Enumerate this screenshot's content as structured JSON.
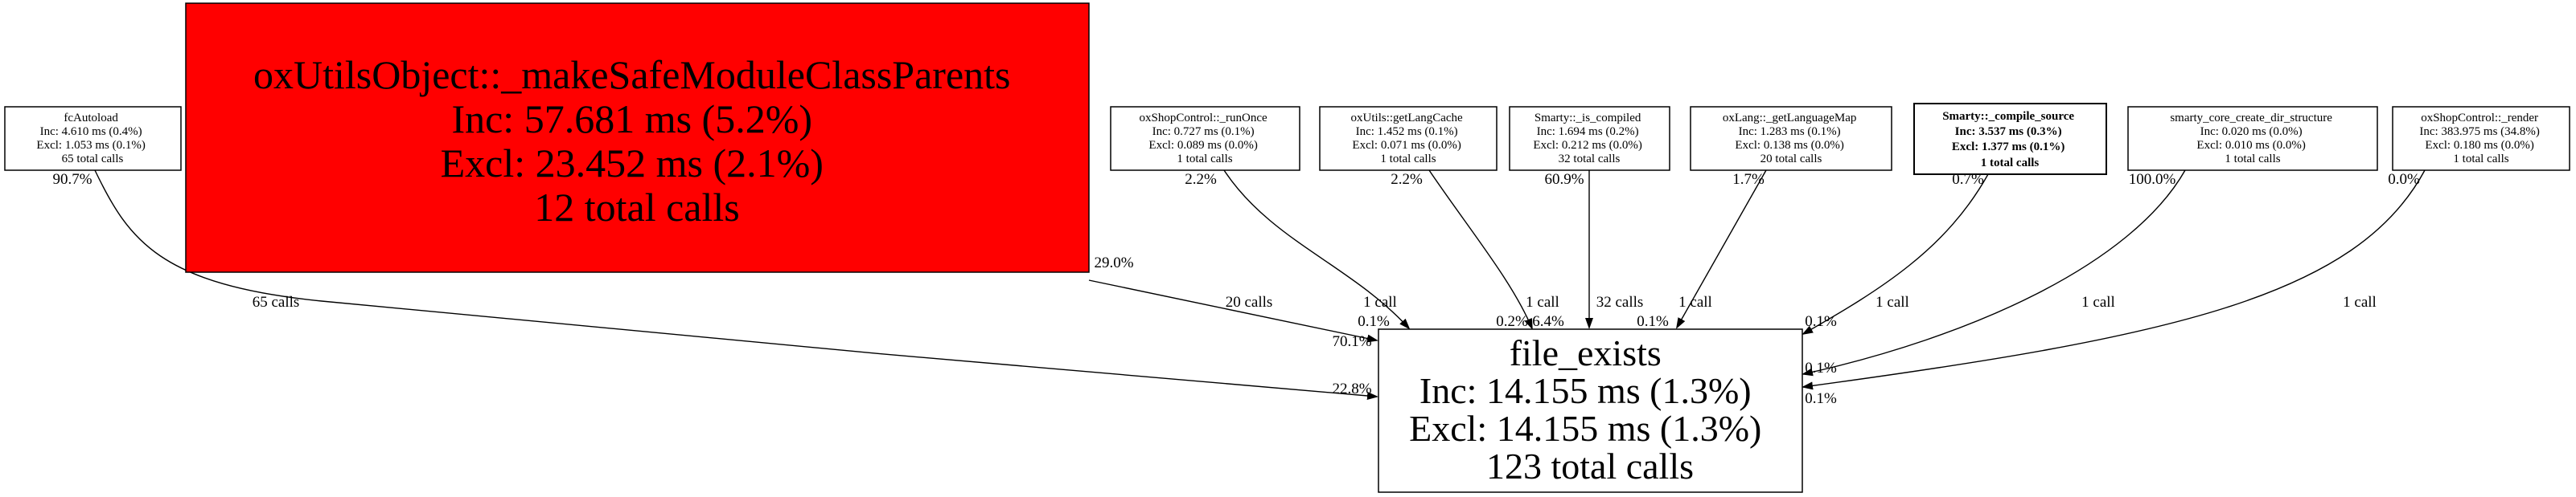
{
  "nodes": {
    "fcAutoload": {
      "name": "fcAutoload",
      "inc": "Inc: 4.610 ms (0.4%)",
      "excl": "Excl: 1.053 ms (0.1%)",
      "calls": "65 total calls"
    },
    "makeSafe": {
      "name": "oxUtilsObject::_makeSafeModuleClassParents",
      "inc": "Inc: 57.681 ms (5.2%)",
      "excl": "Excl: 23.452 ms (2.1%)",
      "calls": "12 total calls",
      "color": "#ff0000"
    },
    "runOnce": {
      "name": "oxShopControl::_runOnce",
      "inc": "Inc: 0.727 ms (0.1%)",
      "excl": "Excl: 0.089 ms (0.0%)",
      "calls": "1 total calls"
    },
    "getLangCache": {
      "name": "oxUtils::getLangCache",
      "inc": "Inc: 1.452 ms (0.1%)",
      "excl": "Excl: 0.071 ms (0.0%)",
      "calls": "1 total calls"
    },
    "isCompiled": {
      "name": "Smarty::_is_compiled",
      "inc": "Inc: 1.694 ms (0.2%)",
      "excl": "Excl: 0.212 ms (0.0%)",
      "calls": "32 total calls"
    },
    "getLanguageMap": {
      "name": "oxLang::_getLanguageMap",
      "inc": "Inc: 1.283 ms (0.1%)",
      "excl": "Excl: 0.138 ms (0.0%)",
      "calls": "20 total calls"
    },
    "compileSource": {
      "name": "Smarty::_compile_source",
      "inc": "Inc: 3.537 ms (0.3%)",
      "excl": "Excl: 1.377 ms (0.1%)",
      "calls": "1 total calls"
    },
    "createDir": {
      "name": "smarty_core_create_dir_structure",
      "inc": "Inc: 0.020 ms (0.0%)",
      "excl": "Excl: 0.010 ms (0.0%)",
      "calls": "1 total calls"
    },
    "render": {
      "name": "oxShopControl::_render",
      "inc": "Inc: 383.975 ms (34.8%)",
      "excl": "Excl: 0.180 ms (0.0%)",
      "calls": "1 total calls"
    },
    "fileExists": {
      "name": "file_exists",
      "inc": "Inc: 14.155 ms (1.3%)",
      "excl": "Excl: 14.155 ms (1.3%)",
      "calls": "123 total calls"
    }
  },
  "edges": {
    "fcAutoload": {
      "calls": "65 calls",
      "caller_pct": "90.7%",
      "callee_pct": "22.8%"
    },
    "makeSafe": {
      "calls": "20 calls",
      "caller_pct": "29.0%",
      "callee_pct": "70.1%"
    },
    "runOnce": {
      "calls": "1 call",
      "caller_pct": "2.2%",
      "callee_pct": "0.1%"
    },
    "getLangCache": {
      "calls": "1 call",
      "caller_pct": "2.2%",
      "callee_pct": "0.2%"
    },
    "isCompiled": {
      "calls": "32 calls",
      "caller_pct": "60.9%",
      "callee_pct": "6.4%"
    },
    "getLanguageMap": {
      "calls": "1 call",
      "caller_pct": "1.7%",
      "callee_pct": "0.1%"
    },
    "compileSource": {
      "calls": "1 call",
      "caller_pct": "0.7%",
      "callee_pct": "0.1%"
    },
    "createDir": {
      "calls": "1 call",
      "caller_pct": "100.0%",
      "callee_pct": "0.1%"
    },
    "render": {
      "calls": "1 call",
      "caller_pct": "0.0%",
      "callee_pct": "0.1%"
    }
  }
}
